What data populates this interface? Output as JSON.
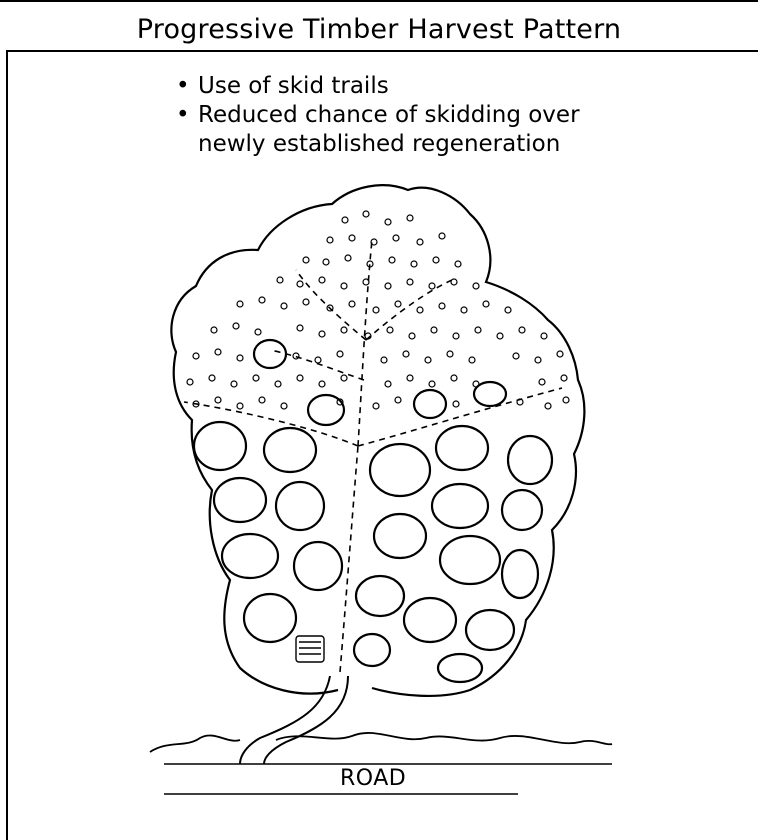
{
  "title": "Progressive Timber Harvest Pattern",
  "bullets": [
    "Use of skid trails",
    "Reduced chance of skidding over",
    "newly established regeneration"
  ],
  "road_label": "ROAD",
  "colors": {
    "ink": "#000000",
    "background": "#ffffff"
  }
}
